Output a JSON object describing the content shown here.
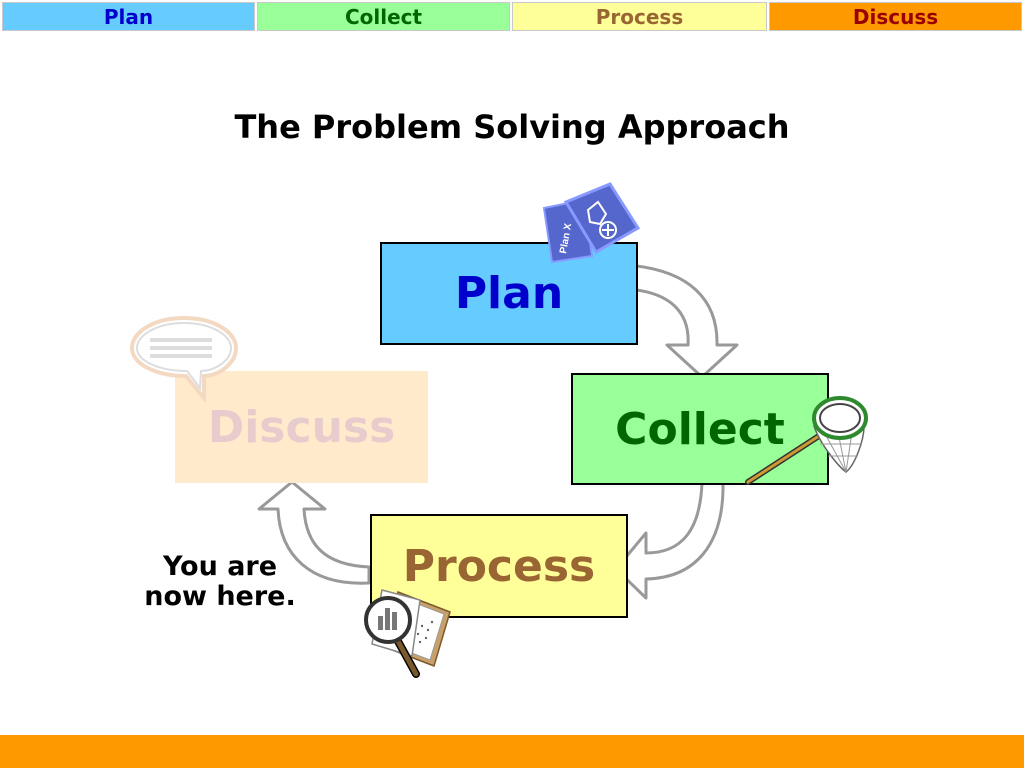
{
  "nav": {
    "tabs": [
      {
        "label": "Plan",
        "bg": "#66ccff",
        "color": "#0000cc"
      },
      {
        "label": "Collect",
        "bg": "#99ff99",
        "color": "#006600"
      },
      {
        "label": "Process",
        "bg": "#ffff99",
        "color": "#996633"
      },
      {
        "label": "Discuss",
        "bg": "#ff9900",
        "color": "#990000"
      }
    ]
  },
  "title": "The Problem Solving Approach",
  "steps": {
    "plan": {
      "label": "Plan",
      "bg": "#66ccff",
      "color": "#0000cc"
    },
    "collect": {
      "label": "Collect",
      "bg": "#99ff99",
      "color": "#006600"
    },
    "process": {
      "label": "Process",
      "bg": "#ffff99",
      "color": "#996633"
    },
    "discuss": {
      "label": "Discuss",
      "bg": "#ffebcc",
      "color": "#e6cccc"
    }
  },
  "indicator": {
    "line1": "You are",
    "line2": "now here."
  },
  "clipart": {
    "plan_doc": "Plan X"
  },
  "icons": [
    "plan-document-icon",
    "butterfly-net-icon",
    "magnifying-glass-chart-icon",
    "speech-bubble-icon"
  ],
  "colors": {
    "footer": "#ff9900",
    "arrow_fill": "#ffffff",
    "arrow_stroke": "#999999"
  }
}
